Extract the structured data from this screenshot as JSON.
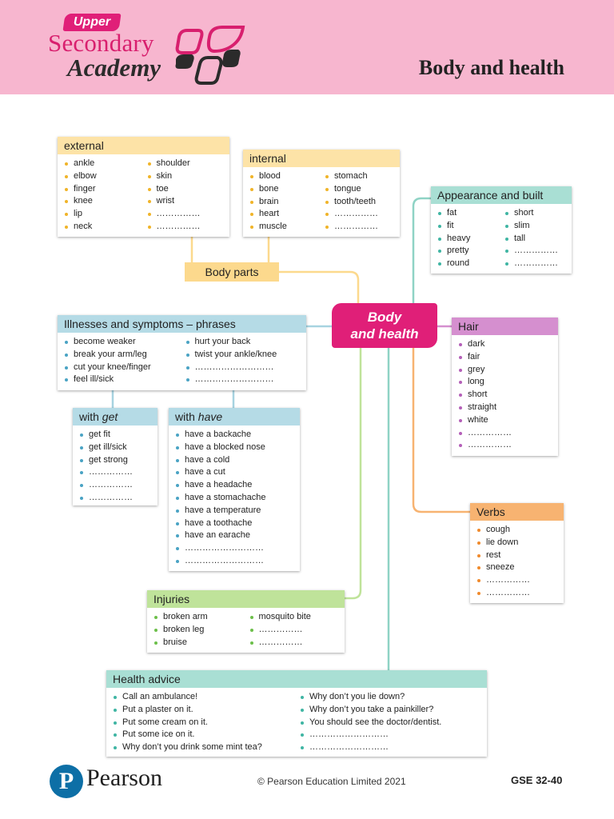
{
  "header": {
    "logo_upper": "Upper",
    "logo_line1": "Secondary",
    "logo_line2": "Academy",
    "title": "Body and health"
  },
  "center_label_line1": "Body",
  "center_label_line2": "and health",
  "body_parts_label": "Body parts",
  "external": {
    "title": "external",
    "col1": [
      "ankle",
      "elbow",
      "finger",
      "knee",
      "lip",
      "neck"
    ],
    "col2": [
      "shoulder",
      "skin",
      "toe",
      "wrist",
      "……………",
      "……………"
    ]
  },
  "internal": {
    "title": "internal",
    "col1": [
      "blood",
      "bone",
      "brain",
      "heart",
      "muscle"
    ],
    "col2": [
      "stomach",
      "tongue",
      "tooth/teeth",
      "……………",
      "……………"
    ]
  },
  "appearance": {
    "title": "Appearance and built",
    "col1": [
      "fat",
      "fit",
      "heavy",
      "pretty",
      "round"
    ],
    "col2": [
      "short",
      "slim",
      "tall",
      "……………",
      "……………"
    ]
  },
  "illnesses": {
    "title": "Illnesses and symptoms – phrases",
    "col1": [
      "become weaker",
      "break your arm/leg",
      "cut your knee/finger",
      "feel ill/sick"
    ],
    "col2": [
      "hurt your back",
      "twist your ankle/knee",
      "………………………",
      "………………………"
    ]
  },
  "with_get": {
    "title_prefix": "with ",
    "title_word": "get",
    "items": [
      "get fit",
      "get ill/sick",
      "get strong",
      "……………",
      "……………",
      "……………"
    ]
  },
  "with_have": {
    "title_prefix": "with ",
    "title_word": "have",
    "items": [
      "have a backache",
      "have a blocked nose",
      "have a cold",
      "have a cut",
      "have a headache",
      "have a stomachache",
      "have a temperature",
      "have a toothache",
      "have an earache",
      "………………………",
      "………………………"
    ]
  },
  "hair": {
    "title": "Hair",
    "items": [
      "dark",
      "fair",
      "grey",
      "long",
      "short",
      "straight",
      "white",
      "……………",
      "……………"
    ]
  },
  "verbs": {
    "title": "Verbs",
    "items": [
      "cough",
      "lie down",
      "rest",
      "sneeze",
      "……………",
      "……………"
    ]
  },
  "injuries": {
    "title": "Injuries",
    "col1": [
      "broken arm",
      "broken leg",
      "bruise"
    ],
    "col2": [
      "mosquito bite",
      "……………",
      "……………"
    ]
  },
  "health_advice": {
    "title": "Health advice",
    "col1": [
      "Call an ambulance!",
      "Put a plaster on it.",
      "Put some cream on it.",
      "Put some ice on it.",
      "Why don’t you drink some mint tea?"
    ],
    "col2": [
      "Why don’t you lie down?",
      "Why don’t you take a painkiller?",
      "You should see the doctor/dentist.",
      "………………………",
      "………………………"
    ]
  },
  "footer": {
    "pearson_logo_letter": "P",
    "pearson": "Pearson",
    "copyright": "© Pearson Education Limited 2021",
    "gse": "GSE 32-40"
  },
  "colors": {
    "header_bg": "#f7b6cf",
    "brand_pink": "#e01f78",
    "yellow": "#fde3a7",
    "teal": "#a9dfd4",
    "blue": "#b5dbe6",
    "purple": "#d58fcf",
    "orange": "#f7b371",
    "green": "#bfe39a"
  }
}
